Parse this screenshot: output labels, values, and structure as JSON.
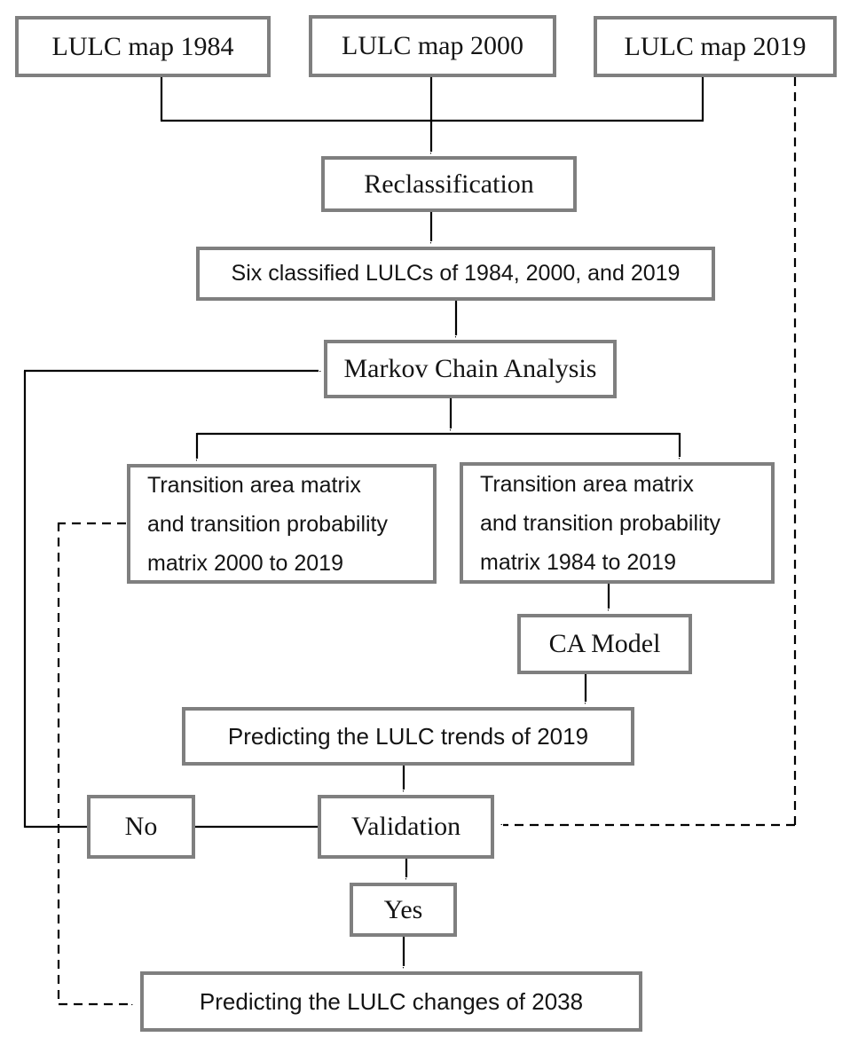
{
  "nodes": {
    "lulc_1984": {
      "label": "LULC map 1984"
    },
    "lulc_2000": {
      "label": "LULC map 2000"
    },
    "lulc_2019": {
      "label": "LULC map 2019"
    },
    "reclassification": {
      "label": "Reclassification"
    },
    "six_classified": {
      "label": "Six classified LULCs of 1984, 2000, and 2019"
    },
    "markov": {
      "label": "Markov Chain Analysis"
    },
    "transition_2000_2019": {
      "label": "Transition area matrix\nand transition probability\nmatrix 2000 to 2019"
    },
    "transition_1984_2019": {
      "label": "Transition area matrix\nand transition probability\nmatrix 1984 to 2019"
    },
    "ca_model": {
      "label": "CA Model"
    },
    "predict_trends_2019": {
      "label": "Predicting the LULC trends of 2019"
    },
    "no": {
      "label": "No"
    },
    "validation": {
      "label": "Validation"
    },
    "yes": {
      "label": "Yes"
    },
    "predict_changes_2038": {
      "label": "Predicting the LULC changes of 2038"
    }
  },
  "colors": {
    "box_border": "#7f7f7f",
    "line": "#000000",
    "background": "#ffffff",
    "text": "#141414"
  }
}
